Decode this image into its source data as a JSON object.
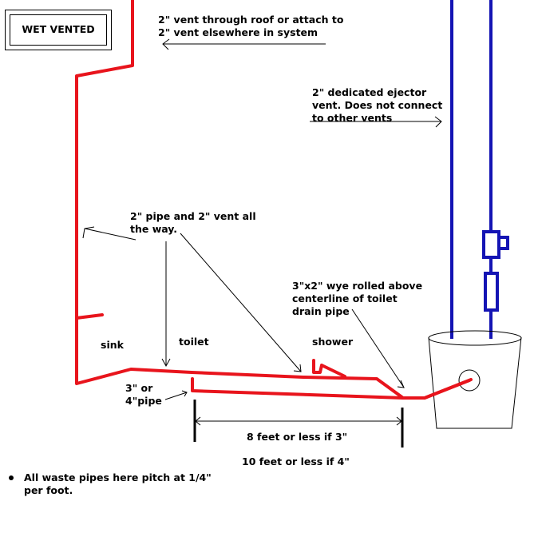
{
  "title_box": {
    "label": "WET VENTED"
  },
  "colors": {
    "waste_pipe": "#e8141c",
    "ejector_vent": "#1414b4",
    "annotation": "#000000"
  },
  "labels": {
    "vent_roof_line1": "2\" vent through roof or attach to",
    "vent_roof_line2": "2\" vent elsewhere in system",
    "ejector_line1": "2\" dedicated ejector",
    "ejector_line2": "vent.  Does not connect",
    "ejector_line3": "to other vents",
    "pipe_vent_line1": "2\" pipe and 2\" vent all",
    "pipe_vent_line2": "the way.",
    "wye_line1": "3\"x2\" wye rolled above",
    "wye_line2": "centerline of toilet",
    "wye_line3": "drain pipe",
    "sink": "sink",
    "toilet": "toilet",
    "shower": "shower",
    "pipe_size_line1": "3\" or",
    "pipe_size_line2": "4\"pipe",
    "dim_3in": "8 feet or less if 3\"",
    "dim_4in": "10 feet or less if 4\"",
    "note_line1": "All waste pipes here pitch at 1/4\"",
    "note_line2": "per foot."
  }
}
